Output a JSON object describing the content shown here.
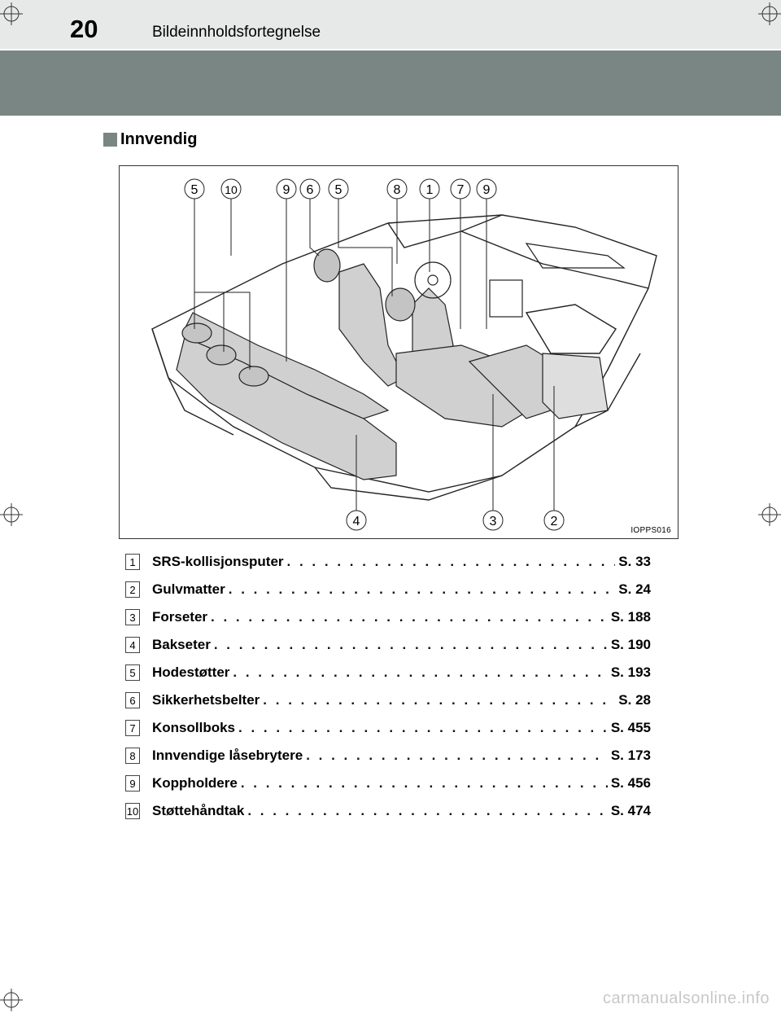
{
  "header": {
    "page_number": "20",
    "running_title": "Bildeinnholdsfortegnelse"
  },
  "section": {
    "title": "Innvendig"
  },
  "figure": {
    "code": "IOPPS016",
    "callouts_top": [
      "5",
      "10",
      "9",
      "6",
      "5",
      "8",
      "1",
      "7",
      "9"
    ],
    "callouts_bottom": [
      "4",
      "3",
      "2"
    ]
  },
  "legend": [
    {
      "num": "1",
      "label": "SRS-kollisjonsputer",
      "page": "S. 33"
    },
    {
      "num": "2",
      "label": "Gulvmatter",
      "page": "S. 24"
    },
    {
      "num": "3",
      "label": "Forseter",
      "page": "S. 188"
    },
    {
      "num": "4",
      "label": "Bakseter",
      "page": "S. 190"
    },
    {
      "num": "5",
      "label": "Hodestøtter",
      "page": "S. 193"
    },
    {
      "num": "6",
      "label": "Sikkerhetsbelter",
      "page": "S. 28"
    },
    {
      "num": "7",
      "label": "Konsollboks",
      "page": "S. 455"
    },
    {
      "num": "8",
      "label": "Innvendige låsebrytere",
      "page": "S. 173"
    },
    {
      "num": "9",
      "label": "Koppholdere",
      "page": "S. 456"
    },
    {
      "num": "10",
      "label": "Støttehåndtak",
      "page": "S. 474"
    }
  ],
  "footer": {
    "brand": "carmanualsonline.info"
  }
}
